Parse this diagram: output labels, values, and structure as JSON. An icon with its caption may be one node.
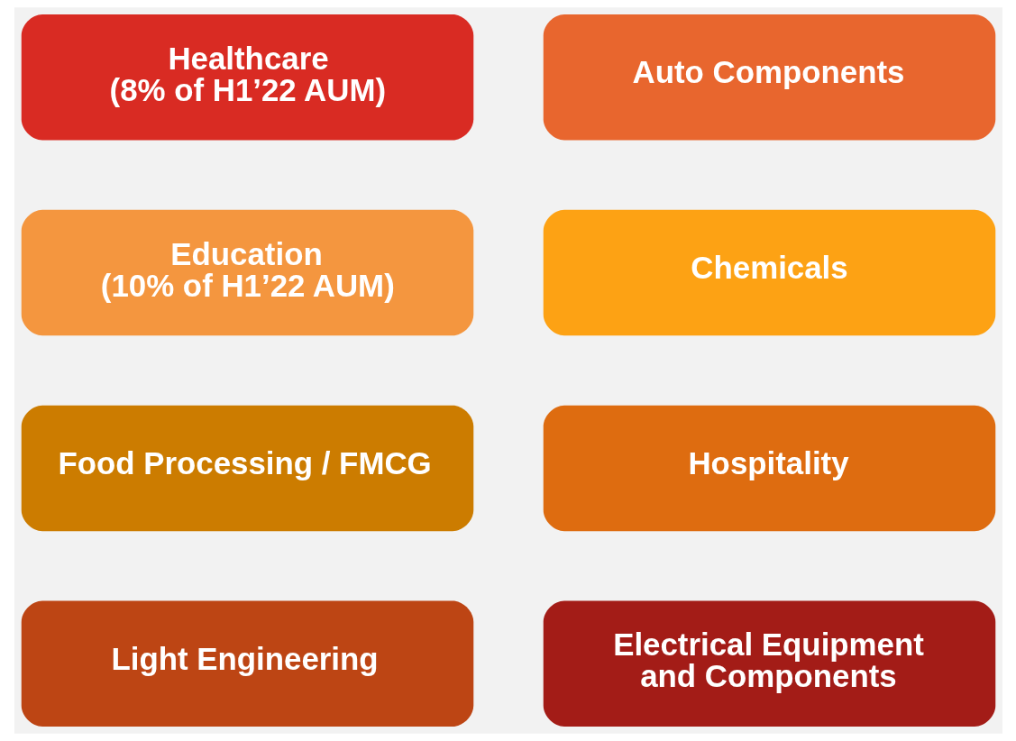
{
  "diagram": {
    "nodes": [
      {
        "text": [
          "Healthcare",
          "(8% of H1’22 AUM)"
        ]
      },
      {
        "text": [
          "Auto Components"
        ]
      },
      {
        "text": [
          "Education",
          "(10% of H1’22 AUM)"
        ]
      },
      {
        "text": [
          "Chemicals"
        ]
      },
      {
        "text": [
          "Food Processing / FMCG"
        ]
      },
      {
        "text": [
          "Hospitality"
        ]
      },
      {
        "text": [
          "Light Engineering"
        ]
      },
      {
        "text": [
          "Electrical Equipment and Components"
        ]
      }
    ]
  }
}
